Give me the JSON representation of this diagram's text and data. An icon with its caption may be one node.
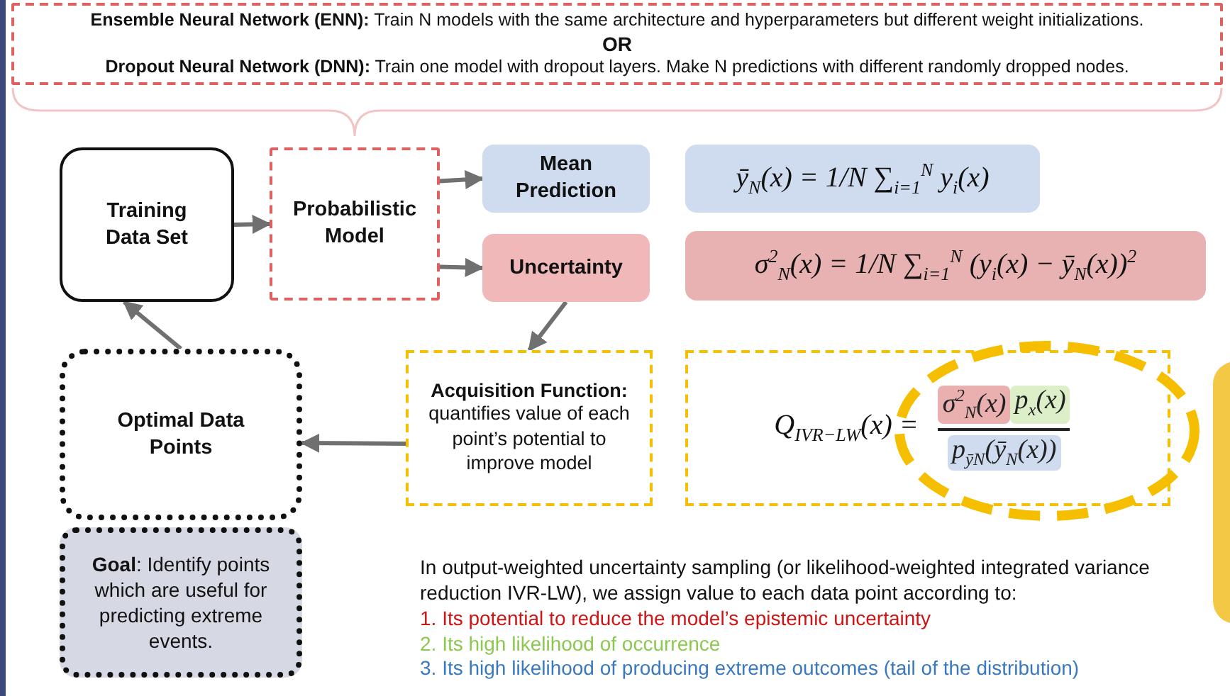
{
  "diagram": {
    "nodes": [
      {
        "text": [
          "**Ensemble Neural Network (ENN):** Train N models with the same architecture and hyperparameters but different weight initializations.",
          "OR",
          "**Dropout Neural Network (DNN):** Train one model with dropout layers. Make N predictions with different randomly dropped nodes."
        ]
      },
      {
        "text": [
          "Training Data Set"
        ]
      },
      {
        "text": [
          "Probabilistic Model"
        ]
      },
      {
        "text": [
          "Mean Prediction"
        ]
      },
      {
        "text": [
          "Uncertainty"
        ]
      },
      {
        "text": [
          "ȳ$_{N}$(x) = 1/N ∑$_{i=1}$$^{N}$ y$_{i}$(x)"
        ]
      },
      {
        "text": [
          "σ$^{2}$$_{N}$(x) = 1/N ∑$_{i=1}$$^{N}$ (y$_{i}$(x) − ȳ$_{N}$(x))$^{2}$"
        ]
      },
      {
        "text": [
          "Optimal Data Points"
        ]
      },
      {
        "text": [
          "Acquisition Function:",
          "quantifies value of each point’s potential to improve model"
        ]
      },
      {
        "text": [
          "Q$_{IVR−LW}$(x) =",
          "σ$^{2}$$_{N}$(x)",
          "p$_{x}$(x)",
          "p$_{ȳN}$(ȳ$_{N}$(x))"
        ]
      },
      {
        "text": [
          "**Goal**: Identify points which are useful for predicting extreme events."
        ]
      },
      {
        "text": [],
        "shape": "box"
      }
    ],
    "edges": [
      {
        "from": 1,
        "to": 2,
        "arrow": "to"
      },
      {
        "from": 2,
        "to": 3,
        "arrow": "to"
      },
      {
        "from": 2,
        "to": 4,
        "arrow": "to"
      },
      {
        "from": 4,
        "to": 8,
        "arrow": "to"
      },
      {
        "from": 8,
        "to": 7,
        "arrow": "to"
      },
      {
        "from": 7,
        "to": 1,
        "arrow": "to"
      }
    ],
    "labels": [
      "In output-weighted uncertainty sampling (or likelihood-weighted integrated variance reduction IVR-LW), we assign value to each data point according to:",
      "1. Its potential to reduce the model’s epistemic uncertainty",
      "2. Its high likelihood of occurrence",
      "3. Its high likelihood of producing extreme outcomes (tail of the distribution)"
    ]
  }
}
